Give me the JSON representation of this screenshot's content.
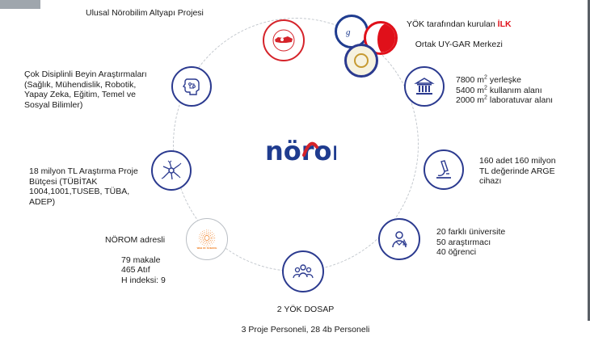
{
  "labels": {
    "top": "Ulusal Nörobilim Altyapı Projesi",
    "yok_prefix": "YÖK tarafından kurulan ",
    "yok_highlight": "İLK",
    "yok_line2": "Ortak UY-GAR Merkezi",
    "left1": "Çok Disiplinli Beyin Araştırmaları\n(Sağlık, Mühendislik, Robotik,\nYapay Zeka, Eğitim, Temel ve\nSosyal Bilimler)",
    "area_1_num": "7800 m",
    "area_1_sup": "2",
    "area_1_rest": " yerleşke",
    "area_2_num": "5400 m",
    "area_2_sup": "2",
    "area_2_rest": " kullanım alanı",
    "area_3_num": "2000 m",
    "area_3_sup": "2",
    "area_3_rest": " laboratuvar alanı",
    "left2": "18 milyon TL Araştırma Proje\nBütçesi (TÜBİTAK\n1004,1001,TUSEB, TÜBA,\nADEP)",
    "right2": "160 adet 160 milyon\nTL değerinde ARGE\ncihazı",
    "left3_title": "NÖROM adresli",
    "left3_lines": "79 makale\n465 Atıf\nH indeksi: 9",
    "right3": "20 farklı üniversite\n    50 araştırmacı\n    40 öğrenci",
    "bottom1": "2 YÖK DOSAP",
    "bottom2": "3 Proje Personeli, 28 4b Personeli",
    "center_logo": "nörom",
    "wos": "WEB OF SCIENCE"
  },
  "colors": {
    "accent": "#2b3a8f",
    "highlight": "#e0101a",
    "logo_red": "#d5232a",
    "wos_orange": "#f07a1a"
  },
  "icons": [
    "government-logo",
    "university-logos",
    "brain-ai-icon",
    "museum-building-icon",
    "neuron-icon",
    "microscope-icon",
    "web-of-science-logo",
    "researcher-icon",
    "people-group-icon",
    "norom-logo"
  ]
}
